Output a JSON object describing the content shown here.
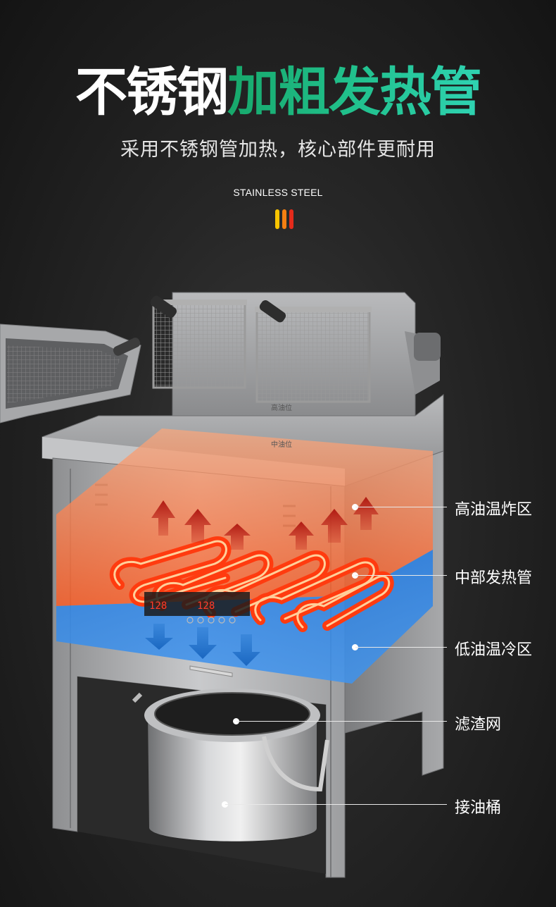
{
  "headline": {
    "part1": "不锈钢",
    "part2": "加粗发热管",
    "accent_color": "#21c18d"
  },
  "subtitle": "采用不锈钢管加热，核心部件更耐用",
  "badge": {
    "text": "STAINLESS STEEL",
    "bar_colors": [
      "#f8c400",
      "#f57f12",
      "#e42b1b"
    ]
  },
  "machine": {
    "panel_label_top": "高油位",
    "panel_label_mid": "中油位",
    "display_left": "128",
    "display_right": "128"
  },
  "zones": {
    "hot_color": "#ff6a2a",
    "cold_color": "#2f86e6"
  },
  "callouts": [
    {
      "label": "高油温炸区"
    },
    {
      "label": "中部发热管"
    },
    {
      "label": "低油温冷区"
    },
    {
      "label": "滤渣网"
    },
    {
      "label": "接油桶"
    }
  ]
}
